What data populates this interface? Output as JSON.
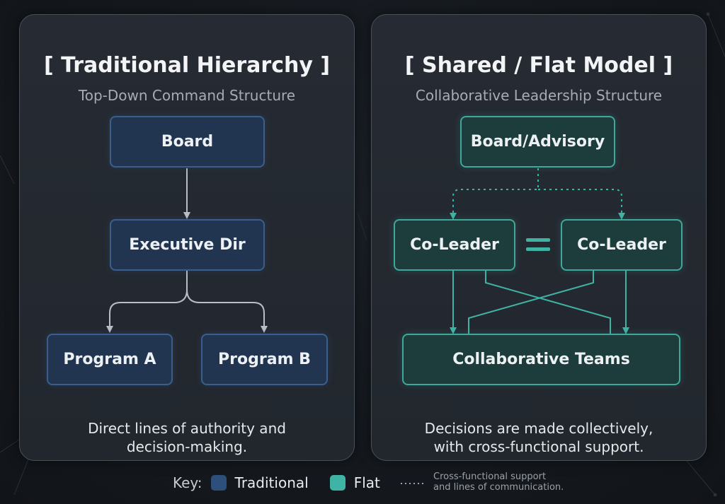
{
  "left_panel": {
    "title": "[ Traditional Hierarchy ]",
    "subtitle": "Top-Down Command Structure",
    "nodes": {
      "board": "Board",
      "executive": "Executive Dir",
      "program_a": "Program A",
      "program_b": "Program B"
    },
    "caption_line1": "Direct lines of authority and",
    "caption_line2": "decision-making."
  },
  "right_panel": {
    "title": "[ Shared / Flat Model ]",
    "subtitle": "Collaborative Leadership Structure",
    "nodes": {
      "board": "Board/Advisory",
      "co_leader_1": "Co-Leader",
      "co_leader_2": "Co-Leader",
      "teams": "Collaborative Teams"
    },
    "caption_line1": "Decisions are made collectively,",
    "caption_line2": "with cross-functional support."
  },
  "key": {
    "label": "Key:",
    "traditional": "Traditional",
    "flat": "Flat",
    "dotted_line1": "Cross-functional support",
    "dotted_line2": "and lines of communication."
  },
  "colors": {
    "traditional": "#2e4f7a",
    "flat": "#3fb3a4",
    "connector": "#b9bec4"
  }
}
